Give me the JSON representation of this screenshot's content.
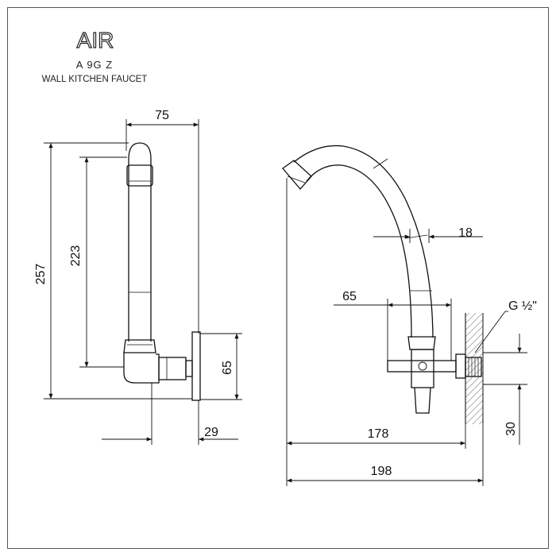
{
  "brand": {
    "logo_text": "AIR",
    "model": "A 9G Z",
    "product": "WALL KITCHEN FAUCET"
  },
  "dimensions": {
    "width_top": "75",
    "height_total": "257",
    "height_spout": "223",
    "height_valve": "65",
    "depth_base": "29",
    "spout_diameter": "18",
    "handle_width": "65",
    "thread": "G ½\"",
    "wall_thickness": "30",
    "reach_inner": "178",
    "reach_total": "198"
  },
  "colors": {
    "line": "#111111",
    "frame": "#555555"
  }
}
